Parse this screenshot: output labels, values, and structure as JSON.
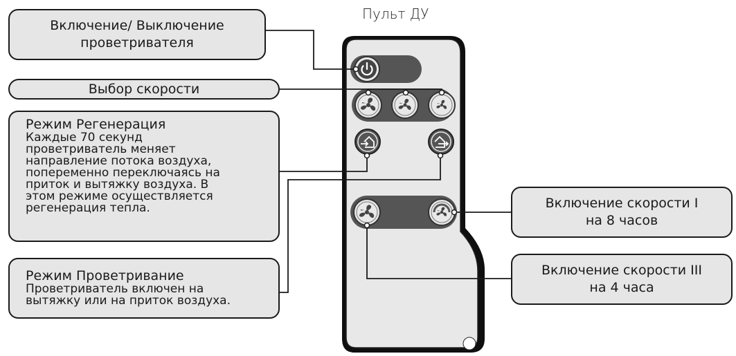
{
  "remote": {
    "title": "Пульт ДУ"
  },
  "callouts": {
    "power": {
      "text": "Включение/ Выключение проветривателя"
    },
    "speed": {
      "text": "Выбор скорости"
    },
    "regen": {
      "title": "Режим Регенерация",
      "lines": [
        "Каждые 70 секунд",
        "проветриватель меняет",
        "направление потока воздуха,",
        "попеременно переключаясь на",
        "приток и вытяжку воздуха.  В",
        "этом режиме осуществляется",
        "регенерация тепла."
      ]
    },
    "vent": {
      "title": "Режим Проветривание",
      "lines": [
        "Проветриватель включен на",
        "вытяжку или на приток воздуха."
      ]
    },
    "speed1": {
      "line1": "Включение скорости I",
      "line2": "на 8 часов"
    },
    "speed3": {
      "line1": "Включение скорости III",
      "line2": "на 4 часа"
    }
  },
  "icons": {
    "power": "power-icon",
    "fan": "fan-icon",
    "house_in": "house-supply-icon",
    "house_out": "house-exhaust-icon"
  },
  "colors": {
    "box_fill": "#e6e6e6",
    "remote_fill": "#e8e8e8",
    "button_dark": "#555555",
    "line": "#1a1a1a"
  }
}
